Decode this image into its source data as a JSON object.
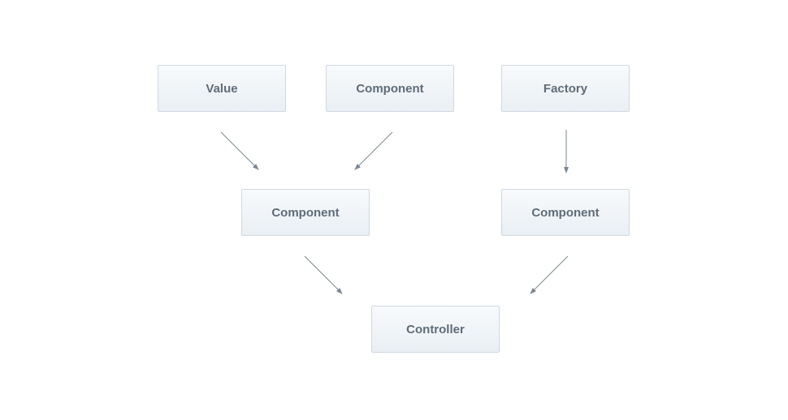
{
  "nodes": {
    "value": "Value",
    "component_top": "Component",
    "factory": "Factory",
    "component_left": "Component",
    "component_right": "Component",
    "controller": "Controller"
  },
  "colors": {
    "node_text": "#5f6c78",
    "node_border": "#cfd8e1",
    "arrow": "#7a8791"
  }
}
